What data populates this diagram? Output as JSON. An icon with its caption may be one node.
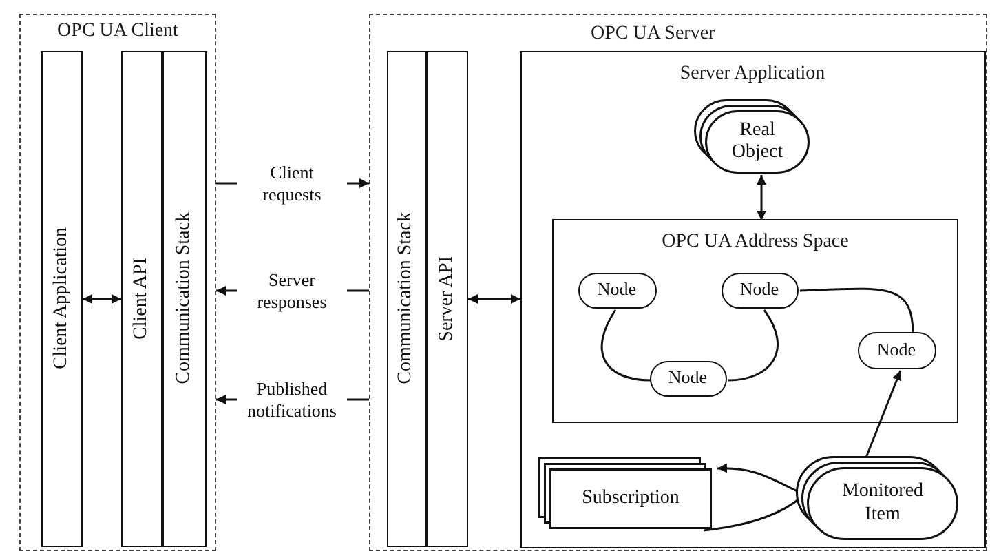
{
  "diagram": {
    "nodes": [
      {
        "text": [
          "OPC UA Client"
        ]
      },
      {
        "text": [
          "Client Application"
        ],
        "in": 0
      },
      {
        "text": [
          "Client API"
        ],
        "in": 0
      },
      {
        "text": [
          "Communication Stack"
        ],
        "in": 0
      },
      {
        "text": [
          "OPC UA Server"
        ]
      },
      {
        "text": [
          "Communication Stack"
        ],
        "in": 4
      },
      {
        "text": [
          "Server API"
        ],
        "in": 4
      },
      {
        "text": [
          "Server Application"
        ],
        "in": 4
      },
      {
        "text": [
          "Real Object"
        ],
        "in": 7
      },
      {
        "text": [
          "OPC UA Address Space"
        ],
        "in": 7
      },
      {
        "text": [
          "Node"
        ],
        "in": 9
      },
      {
        "text": [
          "Node"
        ],
        "in": 9
      },
      {
        "text": [
          "Node"
        ],
        "in": 9
      },
      {
        "text": [
          "Node"
        ],
        "in": 9
      },
      {
        "text": [
          "Subscription"
        ],
        "in": 7
      },
      {
        "text": [
          "Monitored Item"
        ],
        "in": 7
      }
    ],
    "edges": [
      {
        "from": 1,
        "to": 2,
        "arrow": "both"
      },
      {
        "from": 0,
        "to": 4,
        "arrow": "to",
        "label": "Client requests"
      },
      {
        "from": 4,
        "to": 0,
        "arrow": "to",
        "label": "Server responses"
      },
      {
        "from": 4,
        "to": 0,
        "arrow": "to",
        "label": "Published notifications"
      },
      {
        "from": 6,
        "to": 7,
        "arrow": "both"
      },
      {
        "from": 8,
        "to": 9,
        "arrow": "both"
      },
      {
        "from": 10,
        "to": 13,
        "arrow": "none"
      },
      {
        "from": 11,
        "to": 13,
        "arrow": "none"
      },
      {
        "from": 11,
        "to": 12,
        "arrow": "none"
      },
      {
        "from": 15,
        "to": 12,
        "arrow": "to"
      },
      {
        "from": 15,
        "to": 14,
        "arrow": "to"
      },
      {
        "from": 14,
        "to": 15,
        "arrow": "none"
      }
    ]
  }
}
